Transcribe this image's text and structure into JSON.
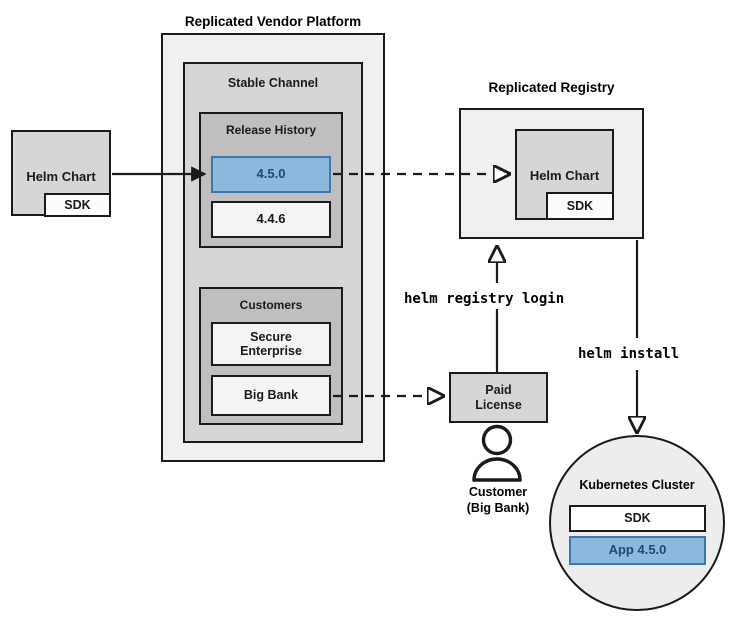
{
  "diagram": {
    "title": "Replicated Vendor Platform Helm distribution flow",
    "colors": {
      "blue_fill": "#8cb8de",
      "blue_border": "#3d77ab",
      "blue_text": "#1b4a75",
      "grey_light": "#f0f0f0",
      "grey_mid": "#d6d6d6",
      "grey_dark": "#bfbfbf",
      "outline": "#1a1a1a"
    }
  },
  "source_chart": {
    "label": "Helm Chart",
    "sdk_label": "SDK"
  },
  "vendor_platform": {
    "title": "Replicated Vendor Platform",
    "channel": {
      "title": "Stable Channel",
      "release_history": {
        "title": "Release History",
        "releases": [
          {
            "version": "4.5.0",
            "highlighted": true
          },
          {
            "version": "4.4.6",
            "highlighted": false
          }
        ]
      },
      "customers": {
        "title": "Customers",
        "items": [
          {
            "name": "Secure\nEnterprise"
          },
          {
            "name": "Big Bank"
          }
        ]
      }
    }
  },
  "registry": {
    "title": "Replicated Registry",
    "chart_label": "Helm Chart",
    "sdk_label": "SDK"
  },
  "license": {
    "label": "Paid\nLicense",
    "customer_label": "Customer\n(Big Bank)",
    "customer_icon": "person-icon"
  },
  "commands": {
    "registry_login": "helm registry login",
    "install": "helm install"
  },
  "cluster": {
    "title": "Kubernetes Cluster",
    "components": [
      {
        "label": "SDK",
        "highlighted": false
      },
      {
        "label": "App 4.5.0",
        "highlighted": true
      }
    ]
  }
}
